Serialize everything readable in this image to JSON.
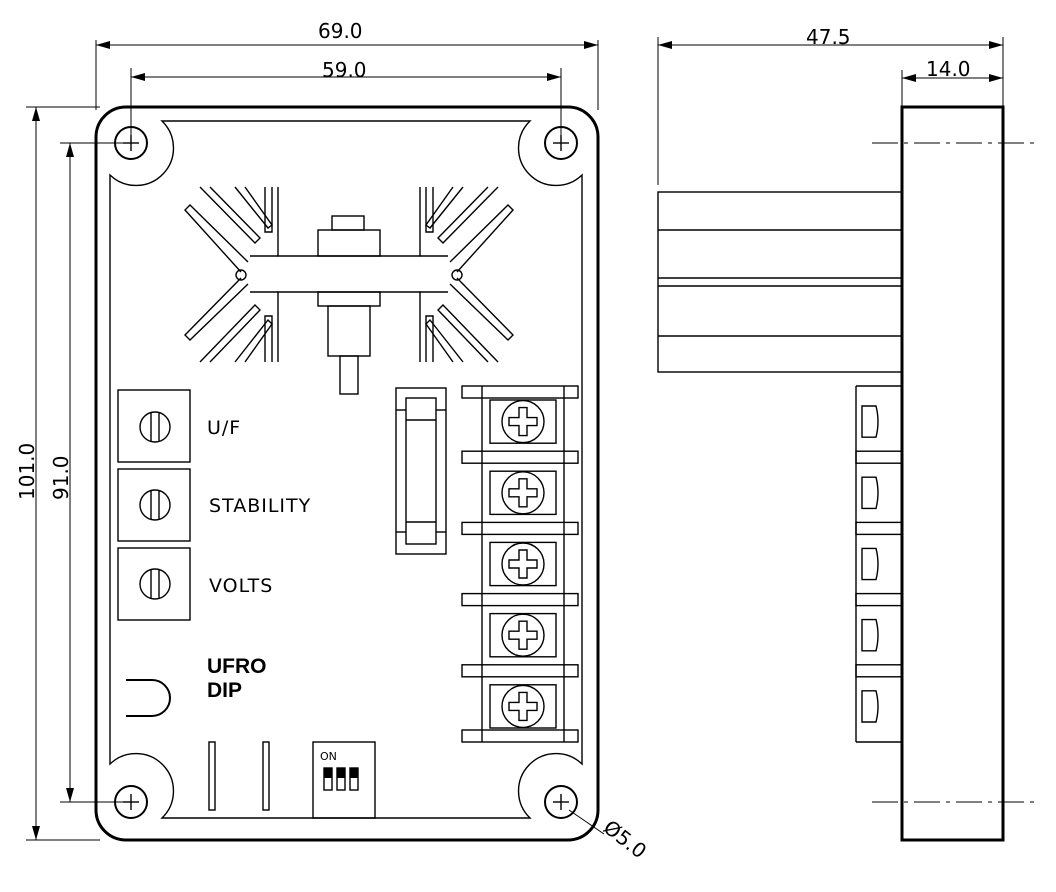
{
  "dimensions": {
    "overall_width": "69.0",
    "hole_spacing_width": "59.0",
    "overall_height": "101.0",
    "hole_spacing_height": "91.0",
    "side_depth": "47.5",
    "side_thickness": "14.0",
    "hole_diameter": "Ø5.0"
  },
  "labels": {
    "pot1": "U/F",
    "pot2": "STABILITY",
    "pot3": "VOLTS",
    "ufro": "UFRO",
    "dip": "DIP",
    "switch_on": "ON"
  },
  "terminal_count": 5
}
